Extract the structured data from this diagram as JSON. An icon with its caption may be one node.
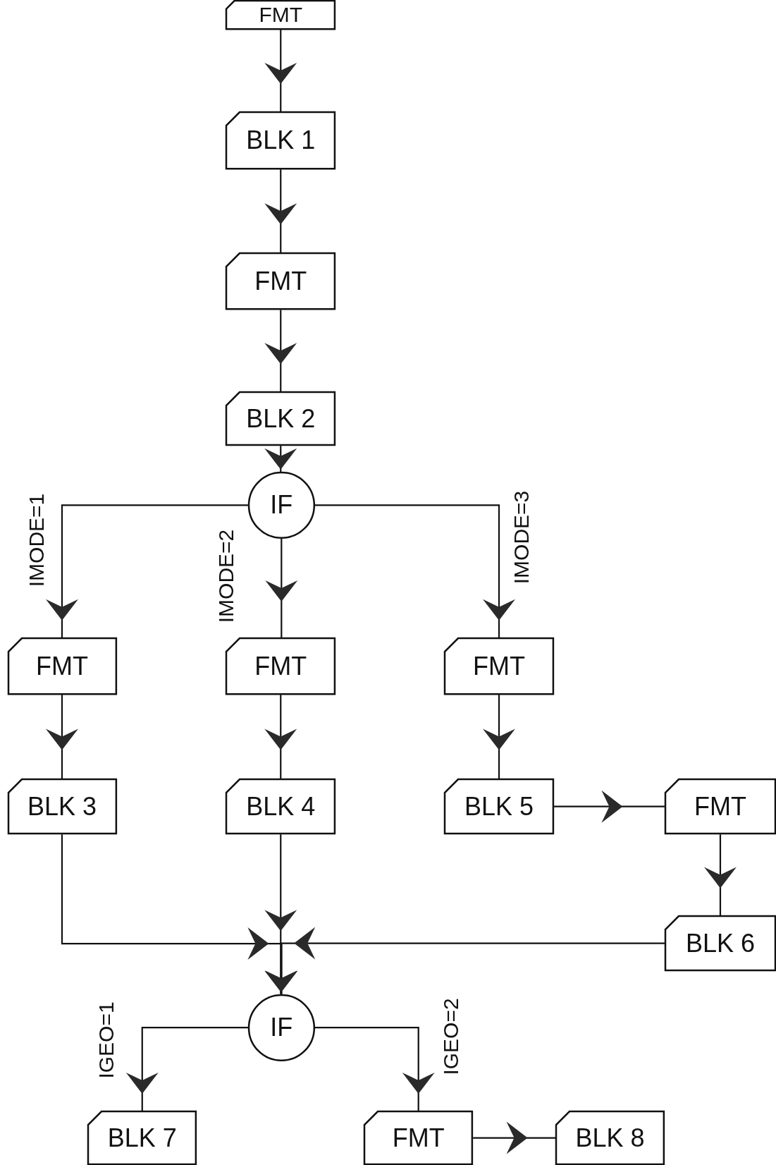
{
  "diagram": {
    "nodes": [
      {
        "text": [
          "FMT"
        ]
      },
      {
        "text": [
          "BLK 1"
        ]
      },
      {
        "text": [
          "FMT"
        ]
      },
      {
        "text": [
          "BLK 2"
        ]
      },
      {
        "text": [
          "IF"
        ]
      },
      {
        "text": [
          "FMT"
        ]
      },
      {
        "text": [
          "FMT"
        ]
      },
      {
        "text": [
          "FMT"
        ]
      },
      {
        "text": [
          "BLK 3"
        ]
      },
      {
        "text": [
          "BLK 4"
        ]
      },
      {
        "text": [
          "BLK 5"
        ]
      },
      {
        "text": [
          "FMT"
        ]
      },
      {
        "text": [
          "BLK 6"
        ]
      },
      {
        "text": [
          "IF"
        ]
      },
      {
        "text": [
          "BLK 7"
        ]
      },
      {
        "text": [
          "FMT"
        ]
      },
      {
        "text": [
          "BLK 8"
        ]
      }
    ],
    "edges": [
      {
        "from": 0,
        "to": 1,
        "arrow": "to"
      },
      {
        "from": 1,
        "to": 2,
        "arrow": "to"
      },
      {
        "from": 2,
        "to": 3,
        "arrow": "to"
      },
      {
        "from": 3,
        "to": 4,
        "arrow": "to"
      },
      {
        "from": 4,
        "to": 5,
        "arrow": "to",
        "label": "IMODE=1"
      },
      {
        "from": 4,
        "to": 6,
        "arrow": "to",
        "label": "IMODE=2"
      },
      {
        "from": 4,
        "to": 7,
        "arrow": "to",
        "label": "IMODE=3"
      },
      {
        "from": 5,
        "to": 8,
        "arrow": "to"
      },
      {
        "from": 6,
        "to": 9,
        "arrow": "to"
      },
      {
        "from": 7,
        "to": 10,
        "arrow": "to"
      },
      {
        "from": 10,
        "to": 11,
        "arrow": "to"
      },
      {
        "from": 11,
        "to": 12,
        "arrow": "to"
      },
      {
        "from": 8,
        "to": 13,
        "arrow": "to"
      },
      {
        "from": 9,
        "to": 13,
        "arrow": "to"
      },
      {
        "from": 12,
        "to": 13,
        "arrow": "to"
      },
      {
        "from": 13,
        "to": 14,
        "arrow": "to",
        "label": "IGEO=1"
      },
      {
        "from": 13,
        "to": 15,
        "arrow": "to",
        "label": "IGEO=2"
      },
      {
        "from": 15,
        "to": 16,
        "arrow": "to"
      }
    ]
  }
}
